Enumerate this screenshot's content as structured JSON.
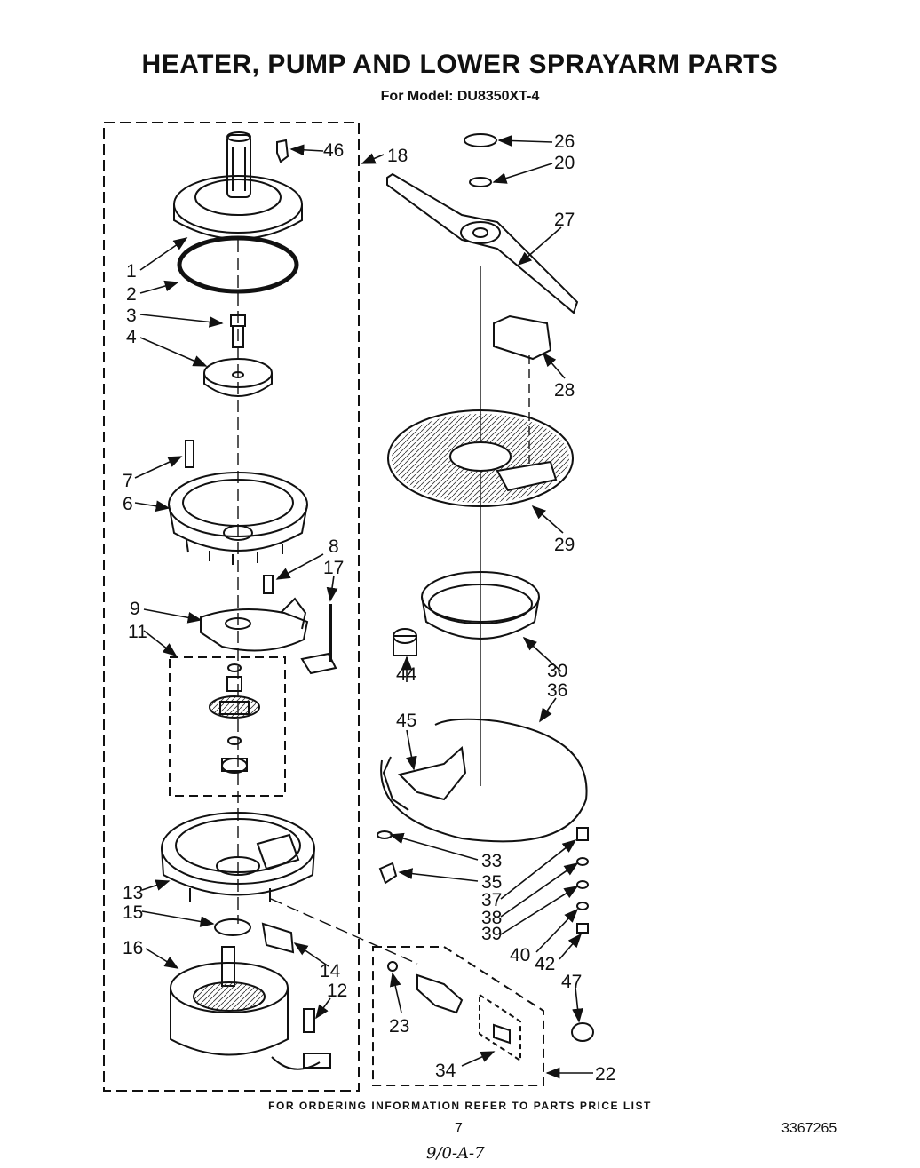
{
  "title": "HEATER, PUMP AND LOWER SPRAYARM PARTS",
  "subtitle": "For Model: DU8350XT-4",
  "footer": "FOR ORDERING INFORMATION REFER TO PARTS PRICE LIST",
  "page_number": "7",
  "doc_number": "3367265",
  "handwritten_note": "9/0-A-7",
  "callouts": {
    "c1": "1",
    "c2": "2",
    "c3": "3",
    "c4": "4",
    "c6": "6",
    "c7": "7",
    "c8": "8",
    "c9": "9",
    "c11": "11",
    "c12": "12",
    "c13": "13",
    "c14": "14",
    "c15": "15",
    "c16": "16",
    "c17": "17",
    "c18": "18",
    "c20": "20",
    "c22": "22",
    "c23": "23",
    "c26": "26",
    "c27": "27",
    "c28": "28",
    "c29": "29",
    "c30": "30",
    "c33": "33",
    "c34": "34",
    "c35": "35",
    "c36": "36",
    "c37": "37",
    "c38": "38",
    "c39": "39",
    "c40": "40",
    "c42": "42",
    "c44": "44",
    "c45": "45",
    "c46": "46",
    "c47": "47"
  }
}
